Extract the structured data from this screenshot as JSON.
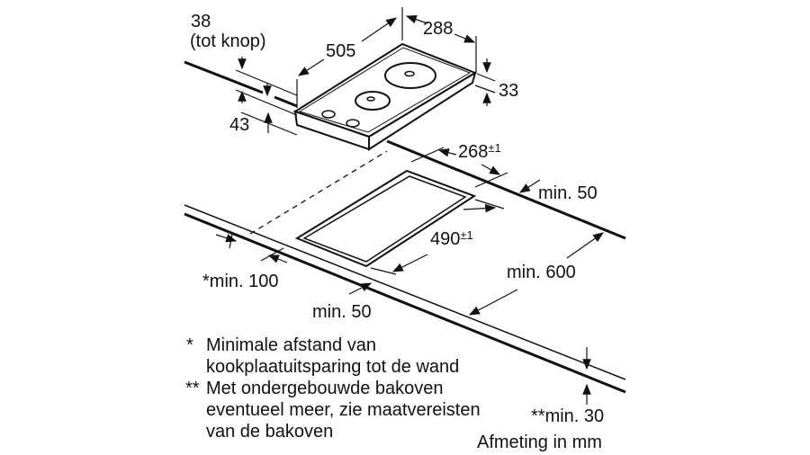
{
  "labels": {
    "dim_38": "38",
    "tot_knop": "(tot knop)",
    "dim_505": "505",
    "dim_288": "288",
    "dim_33": "33",
    "dim_43": "43",
    "dim_268": "268",
    "tol_268": "±1",
    "dim_490": "490",
    "tol_490": "±1",
    "min_50_back": "min. 50",
    "min_600": "min. 600",
    "min_100": "*min. 100",
    "min_50_front": "min. 50",
    "min_30": "**min. 30"
  },
  "notes": [
    {
      "marker": "*",
      "line1": "Minimale afstand van",
      "line2": "kookplaatuitsparing tot de wand"
    },
    {
      "marker": "**",
      "line1": "Met ondergebouwde bakoven",
      "line2": "eventueel meer, zie maatvereisten",
      "line3": "van de bakoven"
    }
  ],
  "unit_note": "Afmeting in mm"
}
